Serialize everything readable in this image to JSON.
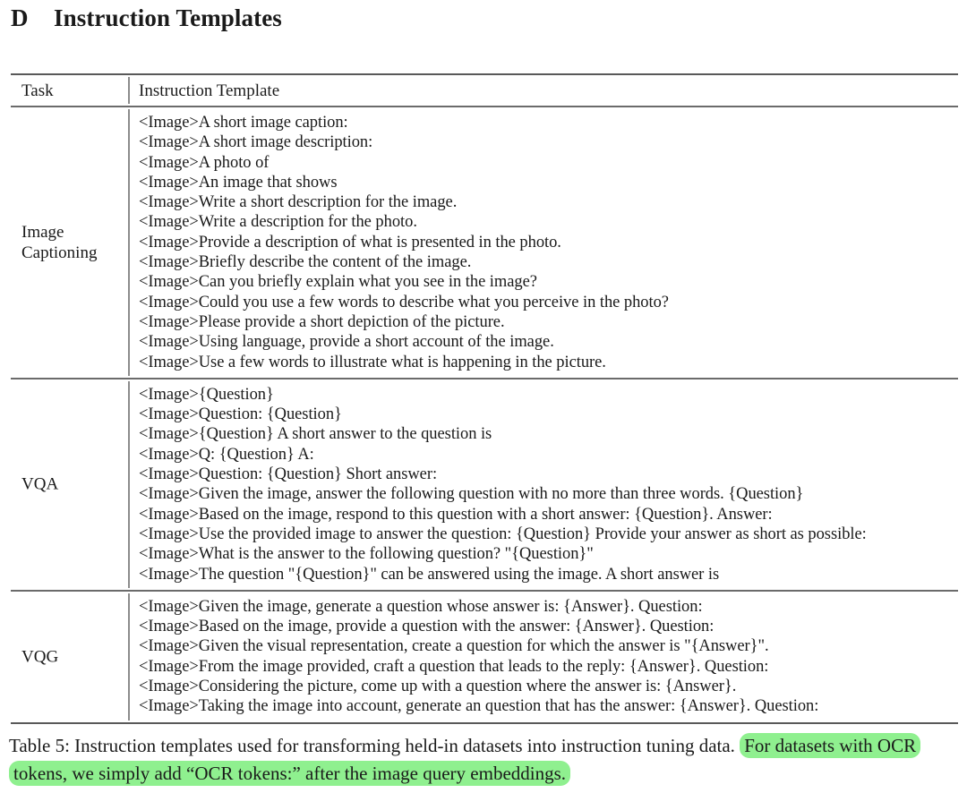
{
  "heading": {
    "number": "D",
    "title": "Instruction Templates"
  },
  "table": {
    "columns": {
      "task": "Task",
      "template": "Instruction Template"
    },
    "sections": [
      {
        "task": "Image Captioning",
        "task_line1": "Image",
        "task_line2": "Captioning",
        "templates": [
          "<Image>A short image caption:",
          "<Image>A short image description:",
          "<Image>A photo of",
          "<Image>An image that shows",
          "<Image>Write a short description for the image.",
          "<Image>Write a description for the photo.",
          "<Image>Provide a description of what is presented in the photo.",
          "<Image>Briefly describe the content of the image.",
          "<Image>Can you briefly explain what you see in the image?",
          "<Image>Could you use a few words to describe what you perceive in the photo?",
          "<Image>Please provide a short depiction of the picture.",
          "<Image>Using language, provide a short account of the image.",
          "<Image>Use a few words to illustrate what is happening in the picture."
        ]
      },
      {
        "task": "VQA",
        "task_line1": "VQA",
        "task_line2": "",
        "templates": [
          "<Image>{Question}",
          "<Image>Question: {Question}",
          "<Image>{Question} A short answer to the question is",
          "<Image>Q: {Question} A:",
          "<Image>Question: {Question} Short answer:",
          "<Image>Given the image, answer the following question with no more than three words. {Question}",
          "<Image>Based on the image, respond to this question with a short answer: {Question}. Answer:",
          "<Image>Use the provided image to answer the question: {Question} Provide your answer as short as possible:",
          "<Image>What is the answer to the following question? \"{Question}\"",
          "<Image>The question \"{Question}\" can be answered using the image. A short answer is"
        ]
      },
      {
        "task": "VQG",
        "task_line1": "VQG",
        "task_line2": "",
        "templates": [
          "<Image>Given the image, generate a question whose answer is: {Answer}. Question:",
          "<Image>Based on the image, provide a question with the answer: {Answer}. Question:",
          "<Image>Given the visual representation, create a question for which the answer is \"{Answer}\".",
          "<Image>From the image provided, craft a question that leads to the reply: {Answer}. Question:",
          "<Image>Considering the picture, come up with a question where the answer is: {Answer}.",
          "<Image>Taking the image into account, generate an question that has the answer: {Answer}. Question:"
        ]
      }
    ]
  },
  "caption": {
    "plain": "Table 5: Instruction templates used for transforming held-in datasets into instruction tuning data.",
    "highlighted": "For datasets with OCR tokens, we simply add “OCR tokens:” after the image query embeddings.",
    "highlight_color": "#8ff08f"
  }
}
